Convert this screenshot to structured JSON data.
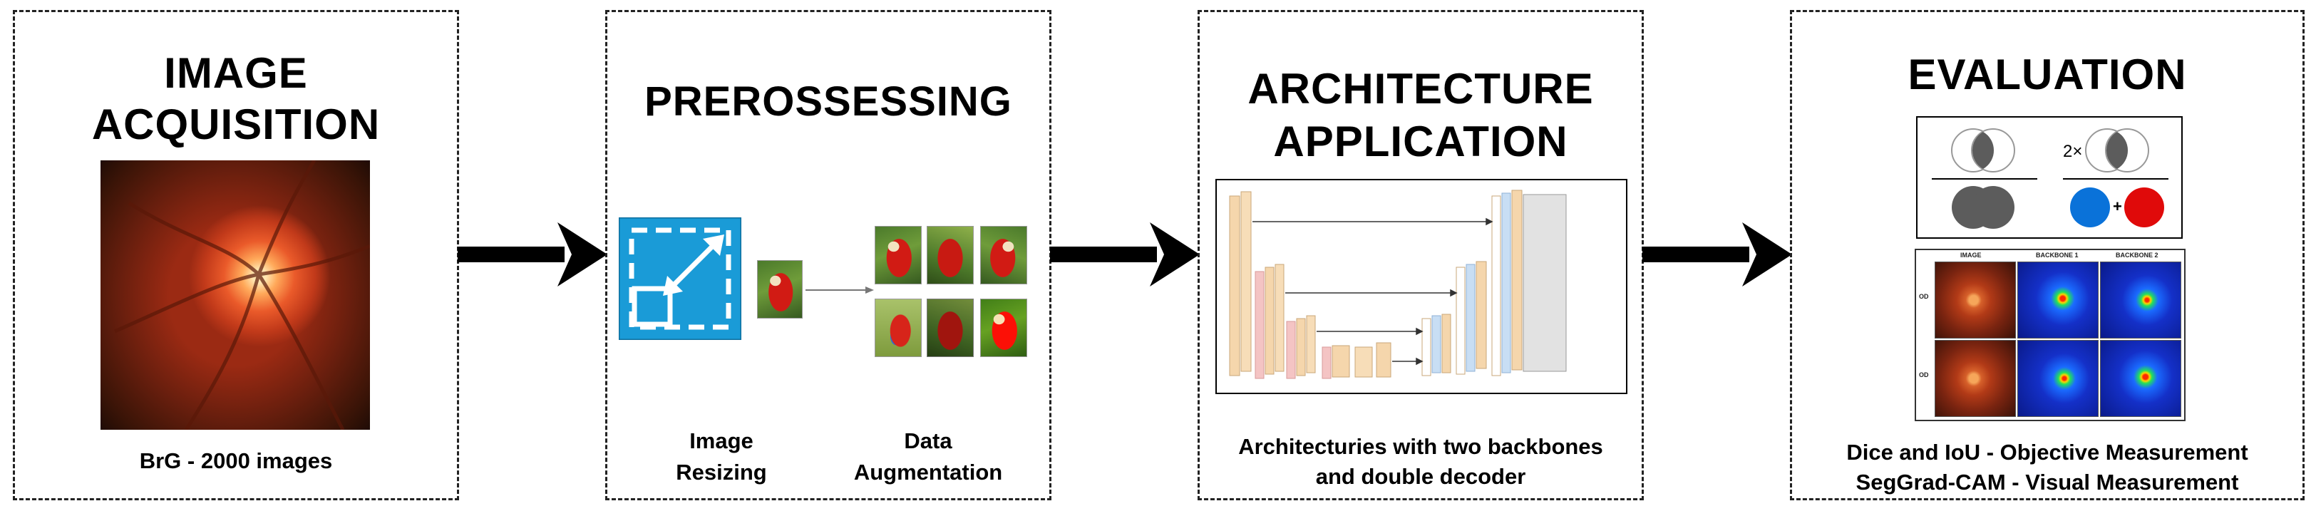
{
  "stages": [
    {
      "title_lines": [
        "IMAGE",
        "ACQUISITION"
      ],
      "caption": "BrG - 2000 images"
    },
    {
      "title_lines": [
        "PREROSSESSING"
      ],
      "sub_captions": [
        [
          "Image",
          "Resizing"
        ],
        [
          "Data",
          "Augmentation"
        ]
      ]
    },
    {
      "title_lines": [
        "ARCHITECTURE",
        "APPLICATION"
      ],
      "caption_lines": [
        "Architecturies with two backbones",
        "and double decoder"
      ]
    },
    {
      "title_lines": [
        "EVALUATION"
      ],
      "caption_lines": [
        "Dice and IoU - Objective Measurement",
        "SegGrad-CAM - Visual Measurement"
      ],
      "dice_factor": "2×",
      "plus": "+",
      "cam_headers": [
        "IMAGE",
        "BACKBONE 1",
        "BACKBONE 2"
      ],
      "cam_rows": [
        "OD",
        "OD"
      ]
    }
  ],
  "colors": {
    "arrow": "#000000",
    "resize_blue": "#1a9bd7",
    "dice_blue": "#0a72d9",
    "dice_red": "#e00a0a",
    "overlap_gray": "#5c5c5c"
  },
  "icons": [
    "resize-arrow-icon",
    "venn-icon",
    "right-arrow-icon"
  ]
}
